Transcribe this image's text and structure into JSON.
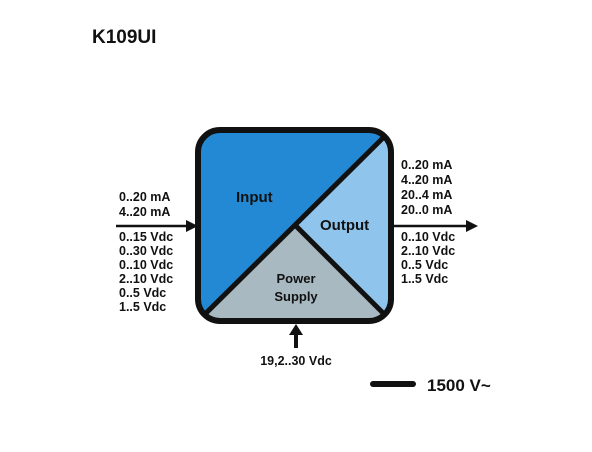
{
  "title": "K109UI",
  "colors": {
    "input_block": "#2489d4",
    "output_block": "#8fc5ec",
    "power_block": "#a8b9c1",
    "border": "#111111"
  },
  "blocks": {
    "input": "Input",
    "output": "Output",
    "power_line1": "Power",
    "power_line2": "Supply"
  },
  "input_signals": {
    "current": [
      "0..20 mA",
      "4..20 mA"
    ],
    "voltage": [
      "0..15 Vdc",
      "0..30 Vdc",
      "0..10 Vdc",
      "2..10 Vdc",
      "0..5 Vdc",
      "1..5 Vdc"
    ]
  },
  "output_signals": {
    "current": [
      "0..20 mA",
      "4..20 mA",
      "20..4 mA",
      "20..0 mA"
    ],
    "voltage": [
      "0..10 Vdc",
      "2..10 Vdc",
      "0..5 Vdc",
      "1..5 Vdc"
    ]
  },
  "power_supply": "19,2..30 Vdc",
  "isolation": "1500 V~"
}
